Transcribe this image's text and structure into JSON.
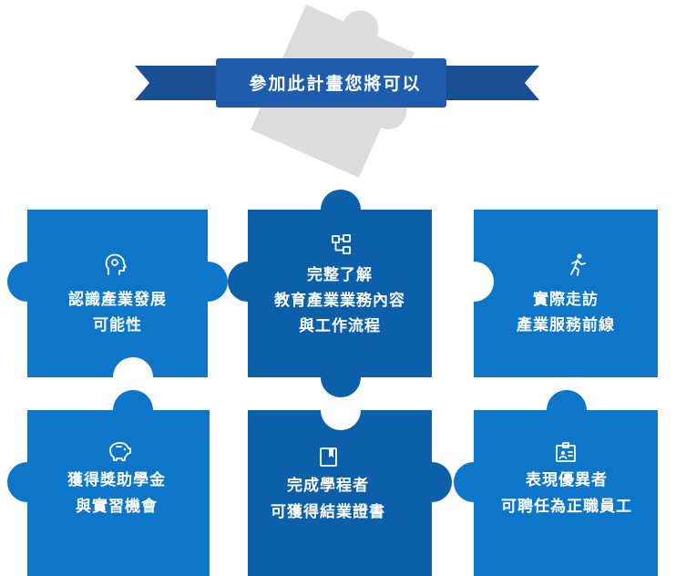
{
  "banner": {
    "title": "參加此計畫您將可以"
  },
  "pieces": [
    {
      "icon": "head-gear-icon",
      "lines": [
        "認識產業發展",
        "可能性"
      ]
    },
    {
      "icon": "flowchart-icon",
      "lines": [
        "完整了解",
        "教育產業業務內容",
        "與工作流程"
      ]
    },
    {
      "icon": "running-person-icon",
      "lines": [
        "實際走訪",
        "產業服務前線"
      ]
    },
    {
      "icon": "piggy-bank-icon",
      "lines": [
        "獲得獎助學金",
        "與實習機會"
      ]
    },
    {
      "icon": "certificate-icon",
      "lines": [
        "完成學程者",
        "可獲得結業證書"
      ]
    },
    {
      "icon": "id-badge-icon",
      "lines": [
        "表現優異者",
        "可聘任為正職員工"
      ]
    }
  ],
  "colors": {
    "piece_primary": "#0e76c9",
    "piece_dark": "#0c5fa9",
    "banner_front": "#1e5dad",
    "banner_tail": "#1a4f93",
    "decor_gray": "#dcdcdc"
  }
}
